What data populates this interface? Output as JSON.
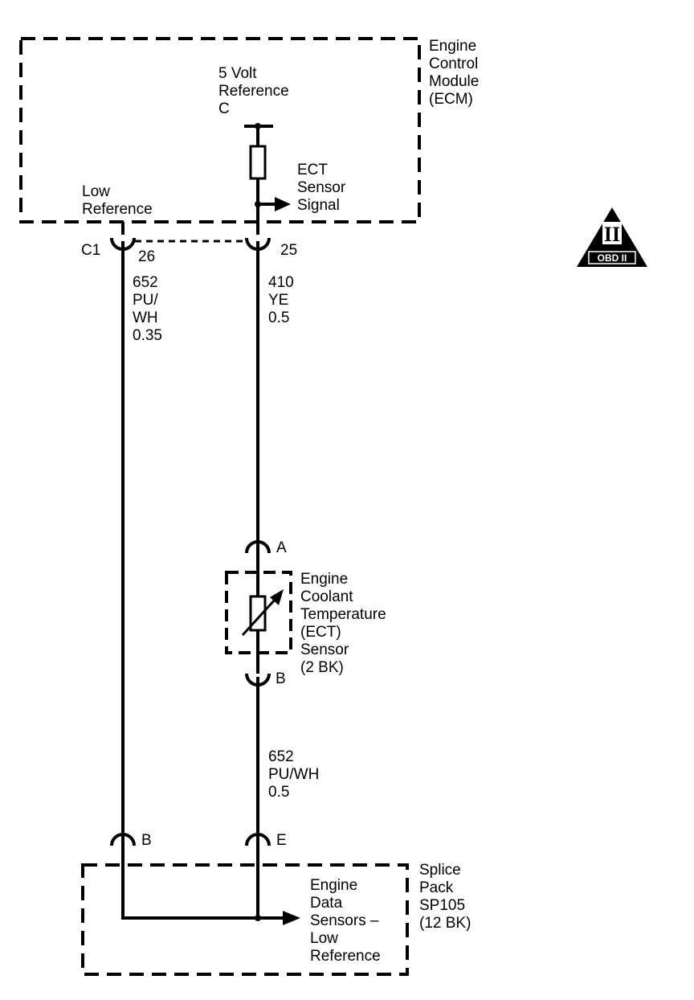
{
  "ecm": {
    "name_lines": [
      "Engine",
      "Control",
      "Module",
      "(ECM)"
    ],
    "ref_lines": [
      "5 Volt",
      "Reference",
      "C"
    ],
    "low_ref_lines": [
      "Low",
      "Reference"
    ],
    "signal_lines": [
      "ECT",
      "Sensor",
      "Signal"
    ],
    "connector": "C1",
    "pin_low": "26",
    "pin_signal": "25"
  },
  "wires": {
    "low_ref_lines": [
      "652",
      "PU/",
      "WH",
      "0.35"
    ],
    "signal_lines": [
      "410",
      "YE",
      "0.5"
    ],
    "sensor_low_lines": [
      "652",
      "PU/WH",
      "0.5"
    ]
  },
  "sensor": {
    "name_lines": [
      "Engine",
      "Coolant",
      "Temperature",
      "(ECT)",
      "Sensor",
      "(2 BK)"
    ],
    "pin_a": "A",
    "pin_b": "B"
  },
  "splice": {
    "name_lines": [
      "Splice",
      "Pack",
      "SP105",
      "(12 BK)"
    ],
    "pin_b": "B",
    "pin_e": "E",
    "dest_lines": [
      "Engine",
      "Data",
      "Sensors –",
      "Low",
      "Reference"
    ]
  },
  "badge": {
    "symbol": "II",
    "label": "OBD II"
  }
}
